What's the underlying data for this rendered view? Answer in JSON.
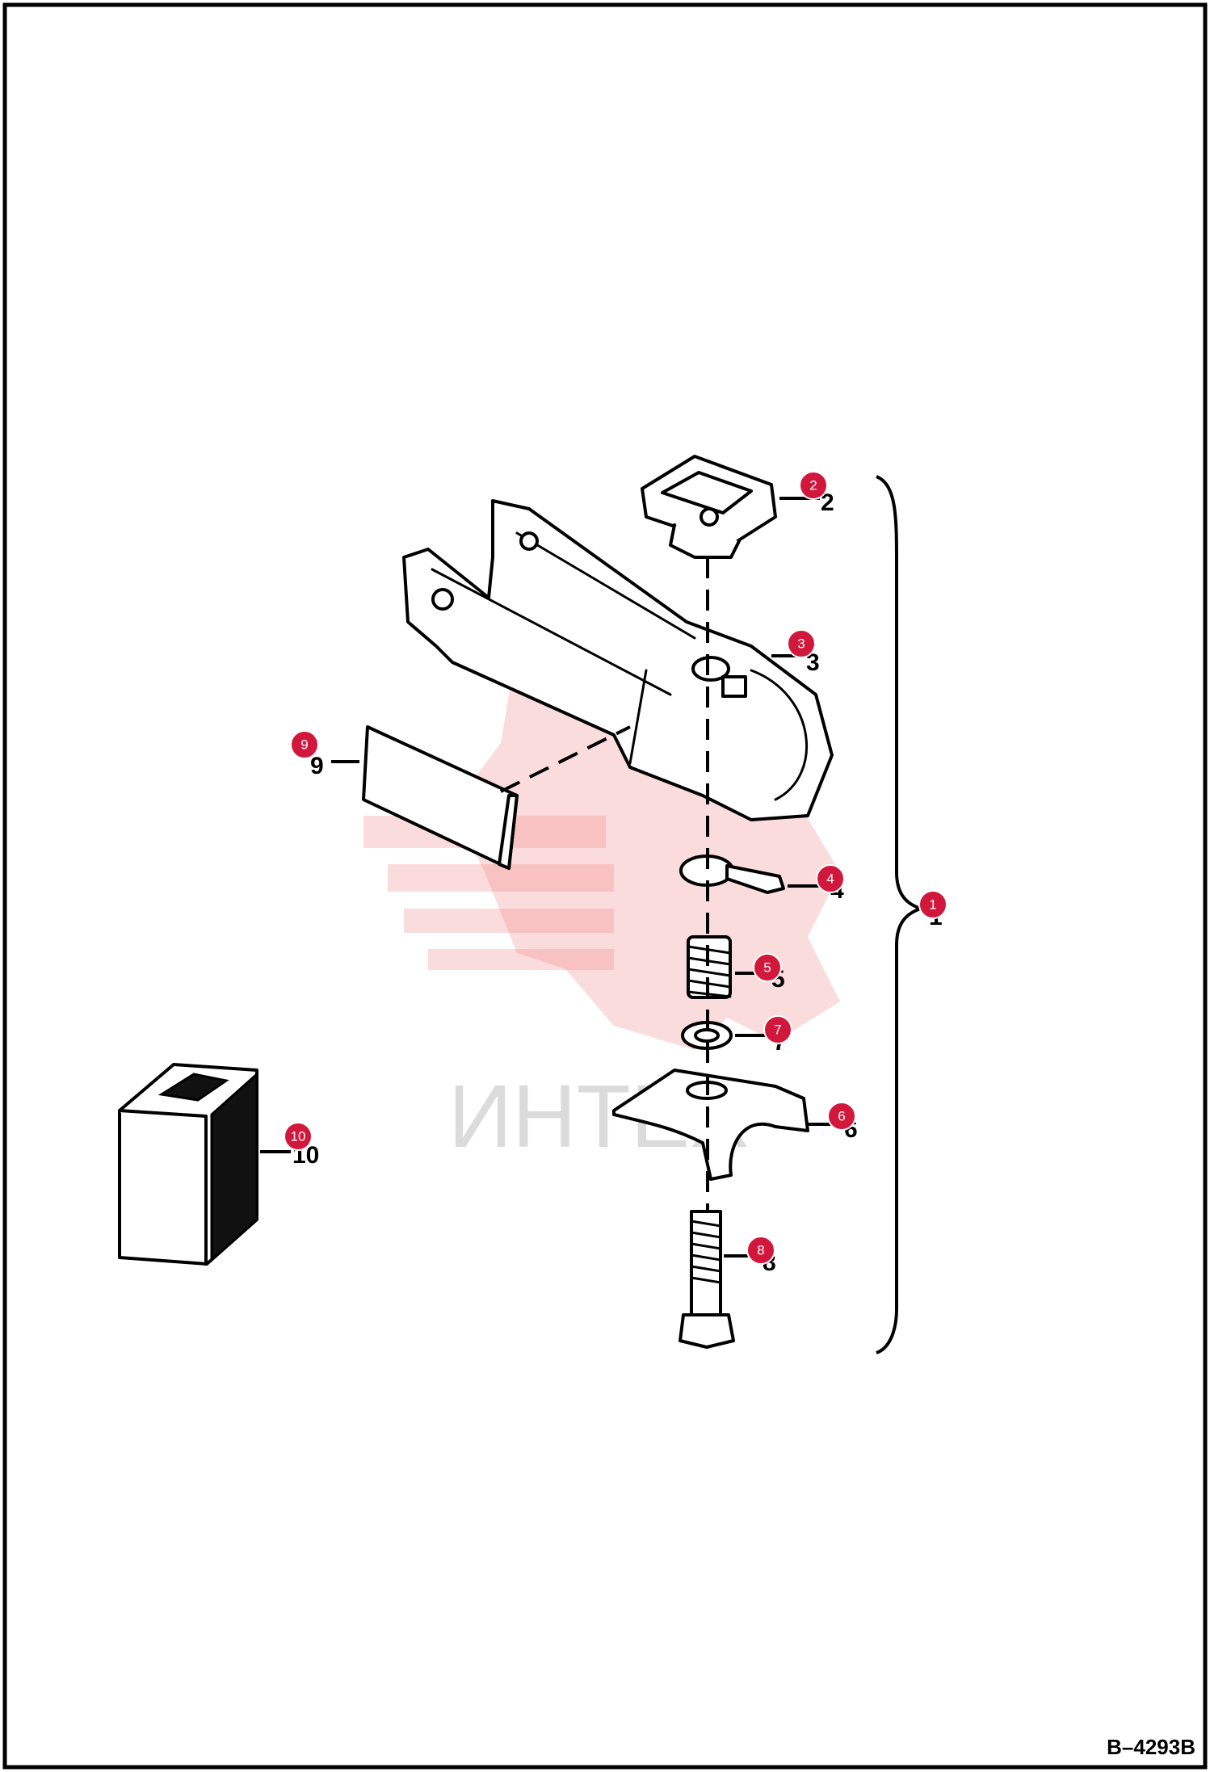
{
  "diagram": {
    "reference_code": "B–4293B",
    "watermark": "ИНТЕХ",
    "callouts": [
      {
        "number": "1",
        "label": "1"
      },
      {
        "number": "2",
        "label": "2"
      },
      {
        "number": "3",
        "label": "3"
      },
      {
        "number": "4",
        "label": "4"
      },
      {
        "number": "5",
        "label": "5"
      },
      {
        "number": "6",
        "label": "6"
      },
      {
        "number": "7",
        "label": "7"
      },
      {
        "number": "8",
        "label": "8"
      },
      {
        "number": "9",
        "label": "9"
      },
      {
        "number": "10",
        "label": "10"
      }
    ]
  },
  "colors": {
    "callout_dot": "#d2173c",
    "line": "#000000",
    "watermark": "#f08080"
  }
}
